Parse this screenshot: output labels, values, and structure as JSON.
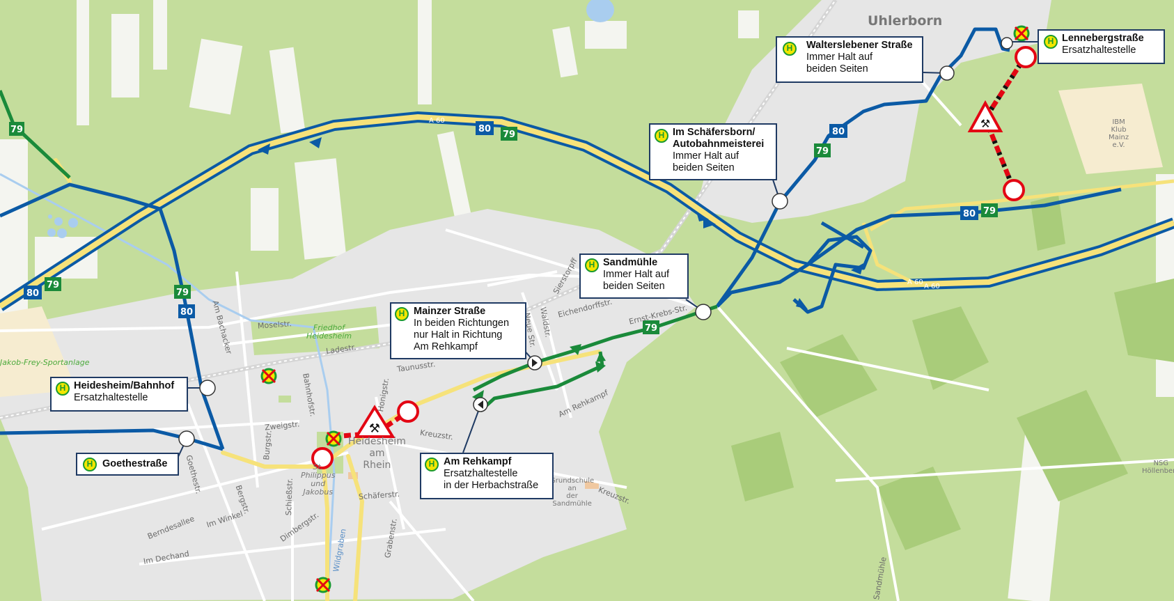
{
  "map": {
    "places": {
      "uhlerborn": "Uhlerborn",
      "heidesheim_line1": "Heidesheim",
      "heidesheim_line2": "am",
      "heidesheim_line3": "Rhein"
    },
    "motorway_label": "A 60",
    "route_badges": {
      "line80": "80",
      "line79": "79"
    },
    "colors": {
      "route_blue": "#0b5aa5",
      "route_green": "#1a8a3a",
      "closure_red": "#e30613",
      "callout_border": "#1f3a63",
      "stop_icon_yellow": "#f3e600",
      "stop_icon_green": "#1a9a30",
      "map_green": "#c2dc9a",
      "map_grey": "#e6e6e6",
      "motorway_yellow": "#f6e27a"
    },
    "stop_icon_letter": "H",
    "street_labels": {
      "moselstr": "Moselstr.",
      "ladestr": "Ladestr.",
      "am_bachacker": "Am Bachacker",
      "bahnhofstr": "Bahnhofstr.",
      "honigstr": "Honigstr.",
      "taunusstr": "Taunusstr.",
      "zweigstr": "Zweigstr.",
      "burgstr": "Burgstr.",
      "goethestr": "Goethestr.",
      "bergstr": "Bergstr.",
      "schiessstr": "Schießstr.",
      "schaeferstr": "Schäferstr.",
      "dimbergstr": "Dimbergstr.",
      "berndesallee": "Berndesallee",
      "im_winkel": "Im Winkel",
      "im_dechand": "Im Dechand",
      "kreuzstr": "Kreuzstr.",
      "kreuzstr2": "Kreuzstr.",
      "neue_str": "Neue Str.",
      "waldstr": "Waldstr.",
      "sierstorpff": "Sierstorpff",
      "eichendorffstr": "Eichendorffstr.",
      "ernst_krebs_str": "Ernst-Krebs-Str.",
      "am_rehkampf_street": "Am Rehkampf",
      "grabenstr": "Grabenstr.",
      "wildgraben": "Wildgraben",
      "sandmuehle_street": "Sandmühle"
    },
    "poi_labels": {
      "friedhof_1": "Friedhof",
      "friedhof_2": "Heidesheim",
      "sportanlage": "Jakob-Frey-Sportanlage",
      "st_philippus_1": "St.",
      "st_philippus_2": "Philippus",
      "st_philippus_3": "und",
      "st_philippus_4": "Jakobus",
      "grundschule_1": "Grundschule",
      "grundschule_2": "an",
      "grundschule_3": "der",
      "grundschule_4": "Sandmühle",
      "ibm_1": "IBM",
      "ibm_2": "Klub",
      "ibm_3": "Mainz",
      "ibm_4": "e.V.",
      "nsg_1": "NSG",
      "nsg_2": "Höllenberg"
    }
  },
  "stops": [
    {
      "id": "walterslebener",
      "title": "Walterslebener Straße",
      "lines": [
        "Immer Halt auf",
        "beiden Seiten"
      ]
    },
    {
      "id": "lennebergstrasse",
      "title": "Lennebergstraße",
      "lines": [
        "Ersatzhaltestelle"
      ]
    },
    {
      "id": "schaefersborn",
      "title": "Im Schäfersborn/",
      "title2": "Autobahnmeisterei",
      "lines": [
        "Immer Halt auf",
        "beiden Seiten"
      ]
    },
    {
      "id": "sandmuehle",
      "title": "Sandmühle",
      "lines": [
        "Immer Halt auf",
        "beiden Seiten"
      ]
    },
    {
      "id": "mainzer",
      "title": "Mainzer Straße",
      "lines": [
        "In beiden Richtungen",
        "nur Halt in Richtung",
        "Am Rehkampf"
      ]
    },
    {
      "id": "am_rehkampf",
      "title": "Am Rehkampf",
      "lines": [
        "Ersatzhaltestelle",
        "in der Herbachstraße"
      ]
    },
    {
      "id": "heidesheim_bahnhof",
      "title": "Heidesheim/Bahnhof",
      "lines": [
        "Ersatzhaltestelle"
      ]
    },
    {
      "id": "goethestrasse",
      "title": "Goethestraße",
      "lines": []
    }
  ]
}
